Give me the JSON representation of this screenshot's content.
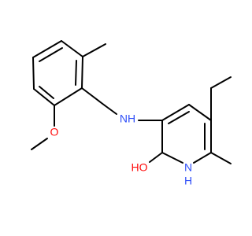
{
  "molecule": {
    "atoms": {
      "nh_label": "NH",
      "o_methoxy_label": "O",
      "ho_label": "HO",
      "n_ring_label": "N",
      "h_ring_label": "H"
    },
    "colors": {
      "nitrogen": "#3050F8",
      "oxygen": "#FF0D0D",
      "bond": "#000000",
      "background": "#ffffff"
    }
  }
}
